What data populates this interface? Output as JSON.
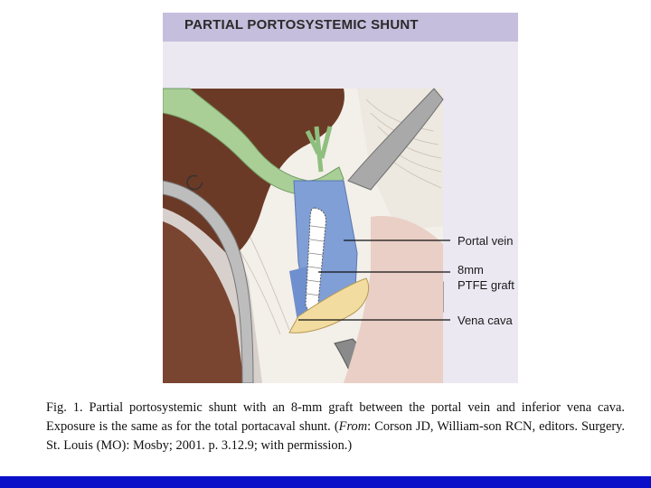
{
  "figure": {
    "title": "PARTIAL PORTOSYSTEMIC SHUNT",
    "labels": {
      "portal_vein": "Portal vein",
      "graft_line1": "8mm",
      "graft_line2": "PTFE graft",
      "vena_cava": "Vena cava"
    }
  },
  "caption": {
    "part1": "Fig. 1. Partial portosystemic shunt with an 8-mm graft between the portal vein and inferior vena cava. Exposure is the same as for the total portacaval shunt. (",
    "from_label": "From",
    "part2": ": Corson JD, William-son RCN, editors. Surgery. St. Louis (MO): Mosby; 2001. p. 3.12.9; with permission.)"
  },
  "colors": {
    "title_band": "#c5bedc",
    "panel": "#ebe8f2",
    "liver": "#6b3a26",
    "portal_vein": "#7f9fd6",
    "gallbladder": "#a9cf97",
    "bottom_bar": "#0a10c8"
  }
}
